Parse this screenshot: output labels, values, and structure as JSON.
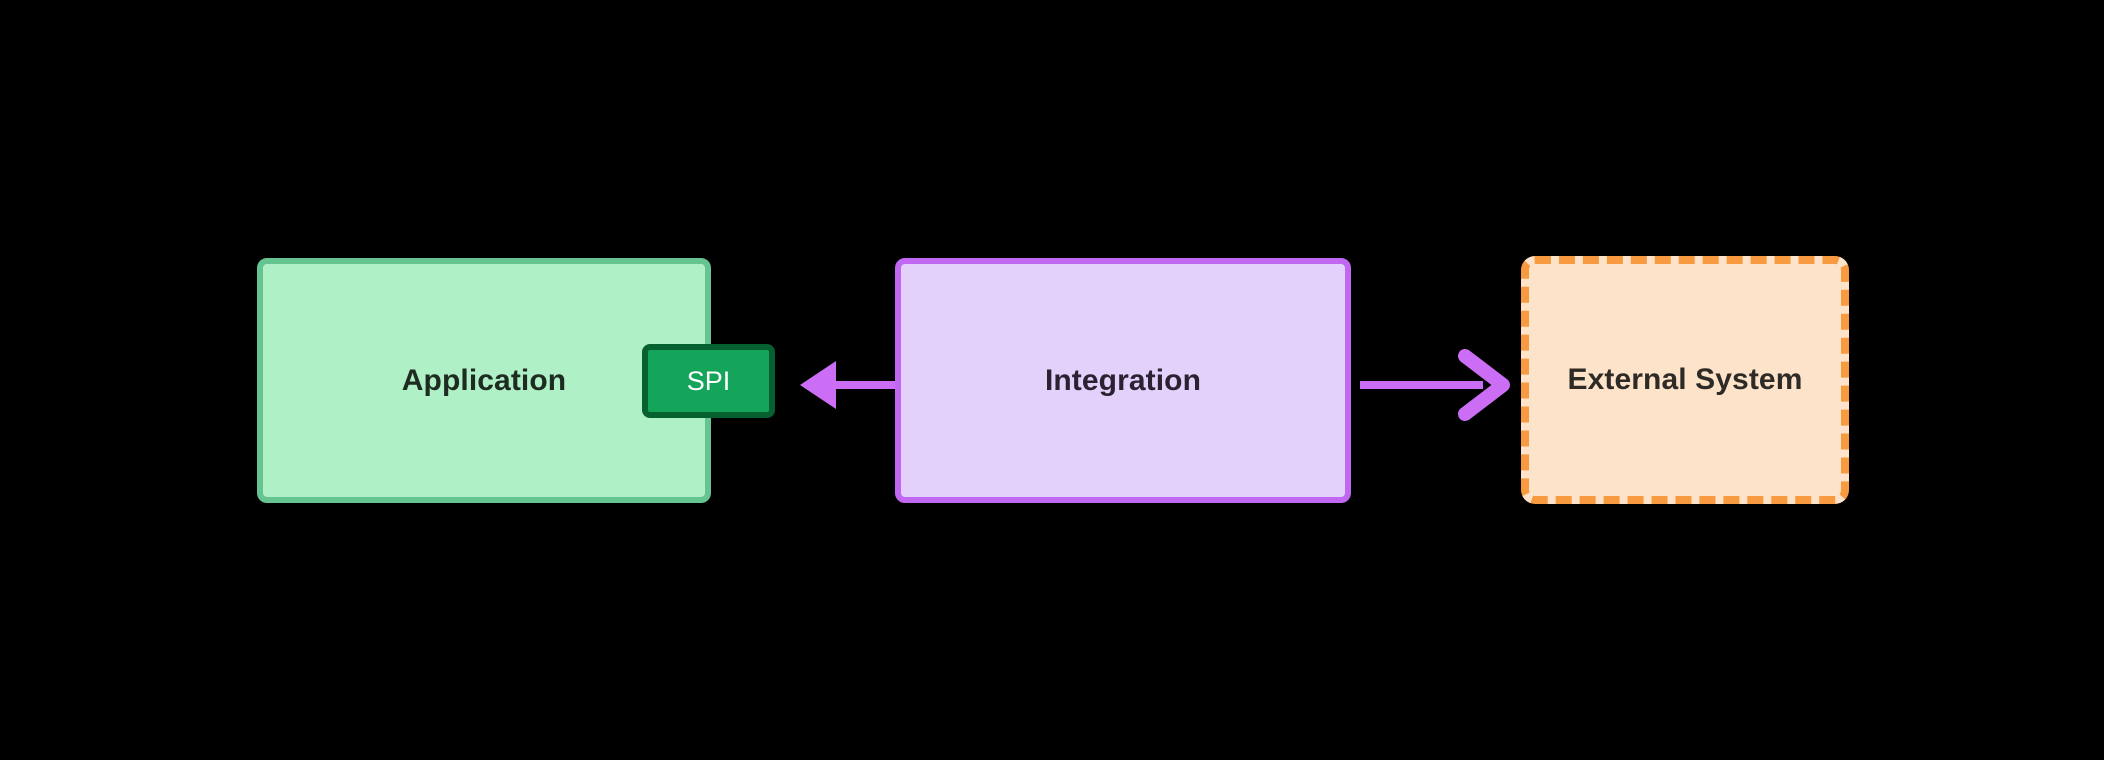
{
  "diagram": {
    "title": "Integration architecture diagram",
    "background_color": "#000000",
    "nodes": [
      {
        "id": "application",
        "label": "Application",
        "shape": "rounded-rectangle",
        "fill_color": "#AFF0C6",
        "border_color": "#66C490",
        "border_style": "solid",
        "text_color": "#1D2B21"
      },
      {
        "id": "integration",
        "label": "Integration",
        "shape": "rounded-rectangle",
        "fill_color": "#E3D0FB",
        "border_color": "#C068F2",
        "border_style": "solid",
        "text_color": "#2A2230"
      },
      {
        "id": "external-system",
        "label": "External System",
        "shape": "rounded-rectangle",
        "fill_color": "#FCE3CA",
        "border_color": "#F89A3F",
        "border_style": "dashed",
        "text_color": "#2E2A26"
      }
    ],
    "badges": [
      {
        "id": "spi",
        "label": "SPI",
        "attached_to": "application",
        "fill_color": "#14A45A",
        "border_color": "#07602F",
        "text_color": "#FFFFFF"
      }
    ],
    "edges": [
      {
        "id": "integration-to-spi",
        "from": "integration",
        "to": "spi",
        "direction": "left",
        "arrowhead": "filled-triangle",
        "color": "#CC6EF5",
        "label": ""
      },
      {
        "id": "integration-to-external",
        "from": "integration",
        "to": "external-system",
        "direction": "right",
        "arrowhead": "open-chevron",
        "color": "#CC6EF5",
        "label": ""
      }
    ]
  }
}
